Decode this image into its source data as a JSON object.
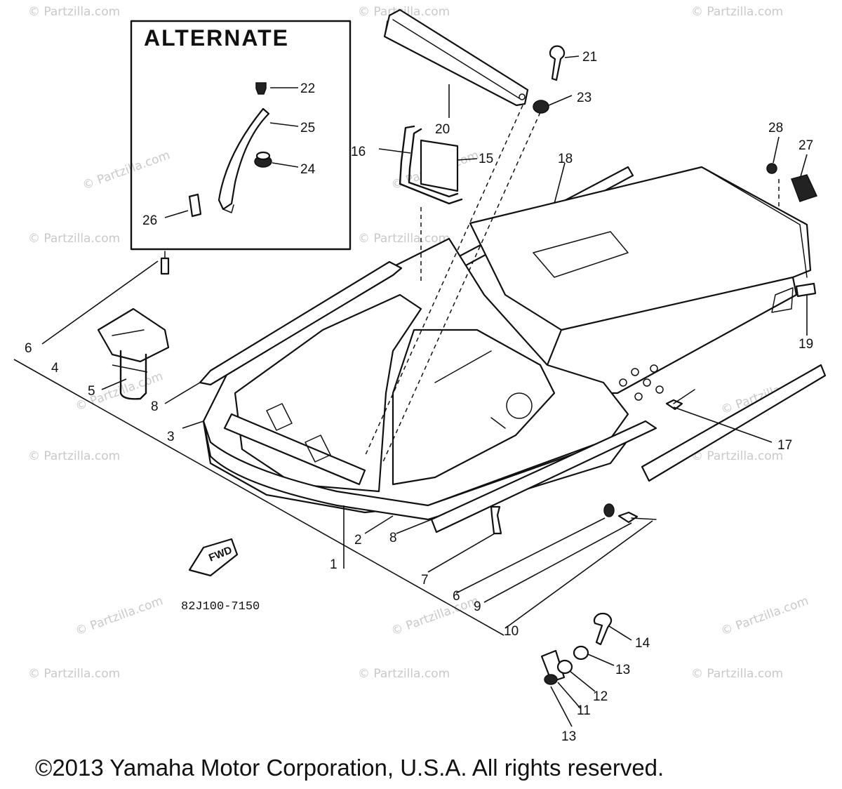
{
  "alternate_box": {
    "title": "ALTERNATE"
  },
  "callouts": [
    "1",
    "2",
    "3",
    "4",
    "5",
    "6",
    "6",
    "6",
    "7",
    "8",
    "8",
    "9",
    "10",
    "11",
    "12",
    "13",
    "13",
    "14",
    "15",
    "16",
    "17",
    "18",
    "19",
    "20",
    "21",
    "22",
    "23",
    "24",
    "25",
    "26",
    "27",
    "28"
  ],
  "part_code": "82J100-7150",
  "fwd_label": "FWD",
  "watermark": "© Partzilla.com",
  "copyright": "©2013 Yamaha Motor Corporation, U.S.A. All rights reserved."
}
